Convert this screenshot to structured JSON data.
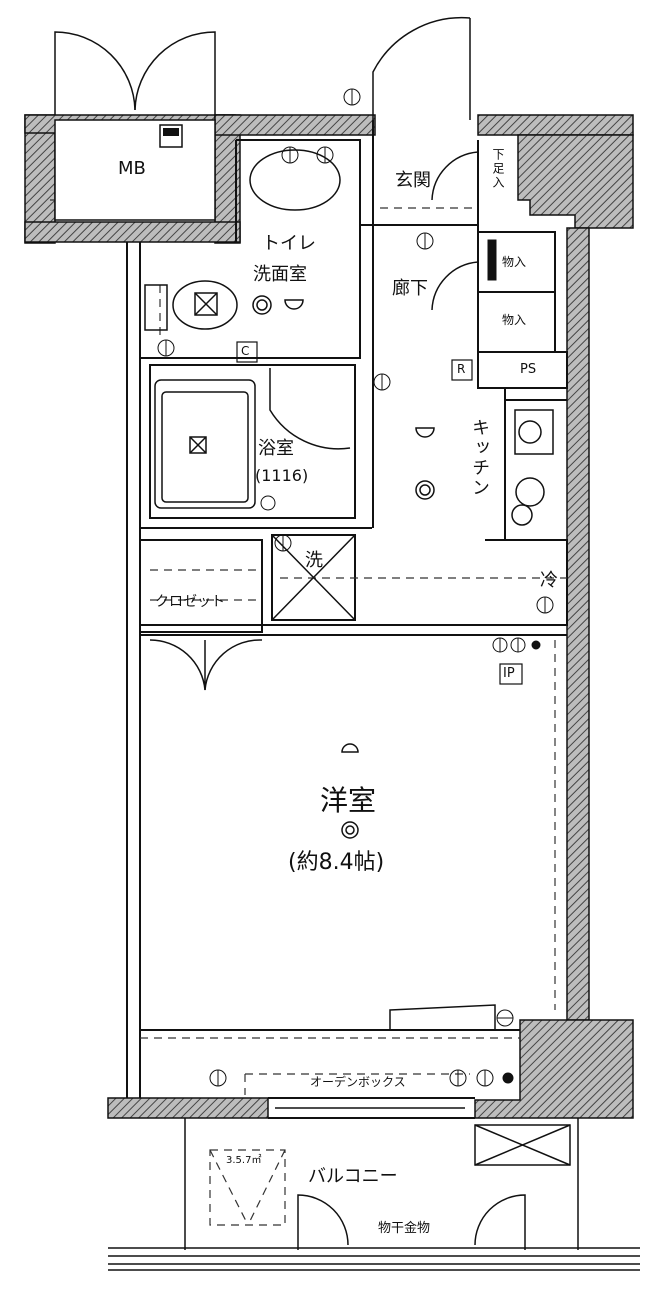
{
  "rooms": {
    "mb": "MB",
    "entrance": "玄関",
    "shoe_box": "下足入",
    "toilet": "トイレ",
    "washroom": "洗面室",
    "hallway": "廊下",
    "storage_1": "物入",
    "storage_2": "物入",
    "ps": "PS",
    "r_mark": "R",
    "c_mark": "C",
    "kitchen": "キッチン",
    "bathroom": "浴室",
    "bath_size": "(1116)",
    "washer": "洗",
    "fridge": "冷",
    "closet": "クロゼット",
    "ip": "IP",
    "western_room": "洋室",
    "western_size": "(約8.4帖)",
    "curtain_box": "オーデンボックス",
    "balcony": "バルコニー",
    "balcony_size": "3.5.7㎡",
    "drying_hardware": "物干金物"
  },
  "colors": {
    "line": "#111111",
    "wall_hatch": "#6a6a6a",
    "background": "#ffffff"
  }
}
